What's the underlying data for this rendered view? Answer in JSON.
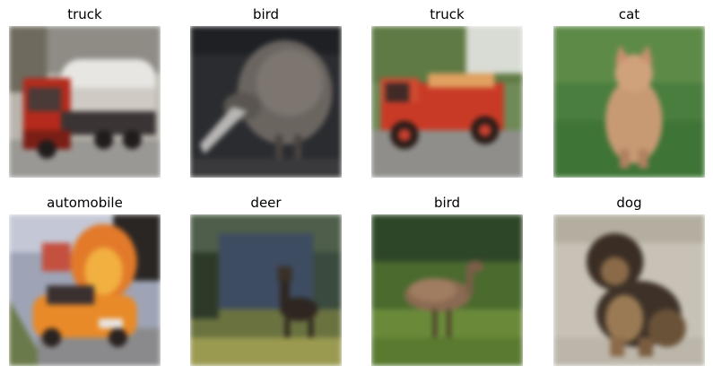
{
  "grid": {
    "rows": 2,
    "cols": 4
  },
  "images": [
    {
      "title": "truck",
      "subject": "white tanker truck with red cab"
    },
    {
      "title": "bird",
      "subject": "kiwi bird on dark background"
    },
    {
      "title": "truck",
      "subject": "red vintage fire truck"
    },
    {
      "title": "cat",
      "subject": "orange cat on green grass"
    },
    {
      "title": "automobile",
      "subject": "orange sports car in flames"
    },
    {
      "title": "deer",
      "subject": "deer in dark forest"
    },
    {
      "title": "bird",
      "subject": "brown bird on grass"
    },
    {
      "title": "dog",
      "subject": "long-haired black and tan dog"
    }
  ]
}
